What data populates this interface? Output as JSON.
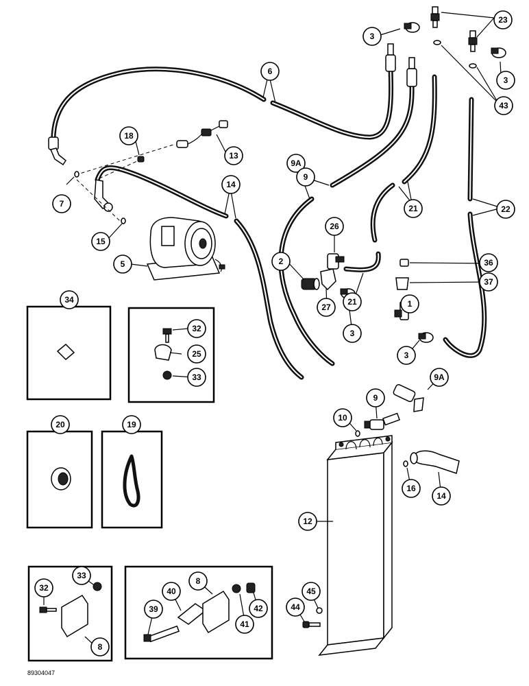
{
  "figure_ref": "89304047",
  "callouts": {
    "c23": "23",
    "c3a": "3",
    "c3b": "3",
    "c43": "43",
    "c6": "6",
    "c18": "18",
    "c13": "13",
    "c7": "7",
    "c9a": "9A",
    "c9": "9",
    "c14": "14",
    "c21a": "21",
    "c22": "22",
    "c15": "15",
    "c26": "26",
    "c5": "5",
    "c2": "2",
    "c36": "36",
    "c37": "37",
    "c21b": "21",
    "c27": "27",
    "c3c": "3",
    "c1": "1",
    "c3d": "3",
    "c34": "34",
    "c32a": "32",
    "c25": "25",
    "c33a": "33",
    "c9ab": "9A",
    "c9b": "9",
    "c10": "10",
    "c20": "20",
    "c19": "19",
    "c16": "16",
    "c14b": "14",
    "c12": "12",
    "c33b": "33",
    "c8a": "8",
    "c32b": "32",
    "c8b": "8",
    "c40": "40",
    "c42": "42",
    "c41": "41",
    "c39": "39",
    "c45": "45",
    "c44": "44"
  }
}
